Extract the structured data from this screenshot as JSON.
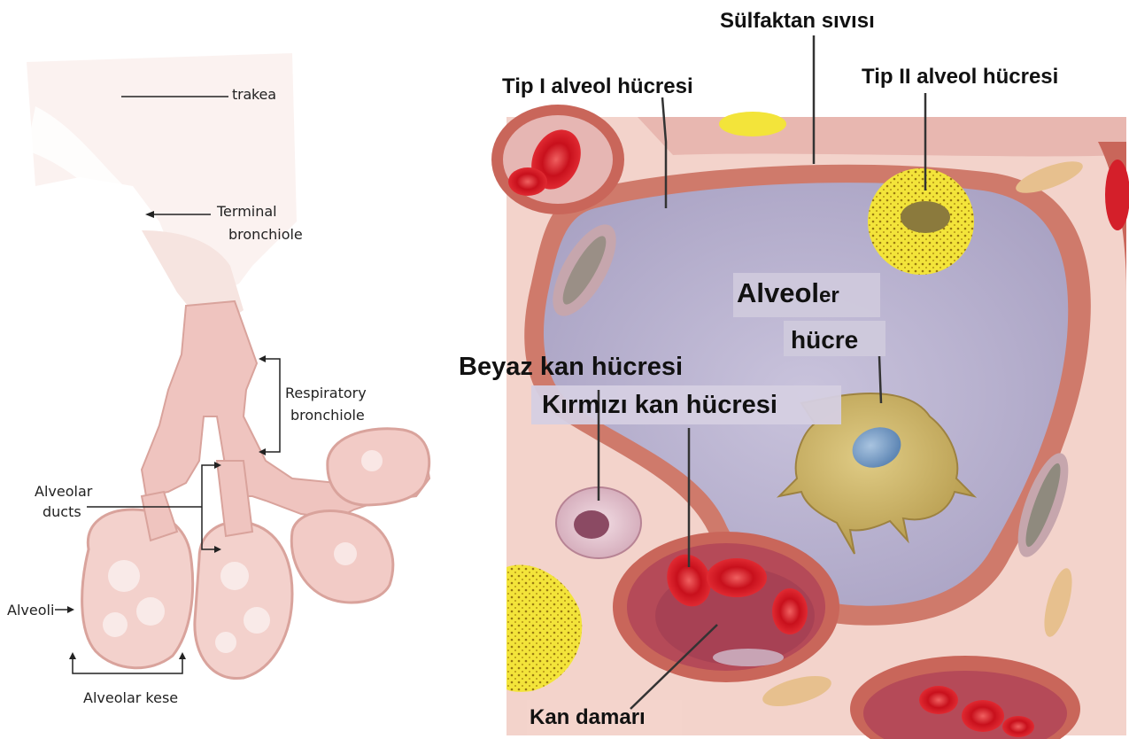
{
  "left_panel": {
    "labels": {
      "trachea": "trakea",
      "terminal_bronchiole_1": "Terminal",
      "terminal_bronchiole_2": "bronchiole",
      "respiratory_bronchiole_1": "Respiratory",
      "respiratory_bronchiole_2": "bronchiole",
      "alveolar_ducts_1": "Alveolar",
      "alveolar_ducts_2": "ducts",
      "alveoli": "Alveoli",
      "alveolar_sac": "Alveolar kese"
    }
  },
  "right_panel": {
    "labels": {
      "surfactant": "Sülfaktan sıvısı",
      "type1_cell": "Tip I alveol hücresi",
      "type2_cell": "Tip II alveol hücresi",
      "alveolar_cell_1": "Alveol",
      "alveolar_cell_1b": "er",
      "alveolar_cell_2": "hücre",
      "white_blood_cell": "Beyaz kan hücresi",
      "red_blood_cell": "Kırmızı kan hücresi",
      "blood_vessel": "Kan damarı"
    }
  },
  "colors": {
    "tissue_pink": "#f2cfc8",
    "airway_pink": "#efc4bf",
    "alveolus_lumen": "#b9b3cf",
    "cell_wall": "#c96a5f",
    "rbc_red": "#d41f2a",
    "type2_yellow": "#f3e43a",
    "macrophage": "#cdb56a",
    "nucleus_blue": "#7ea2c9"
  }
}
